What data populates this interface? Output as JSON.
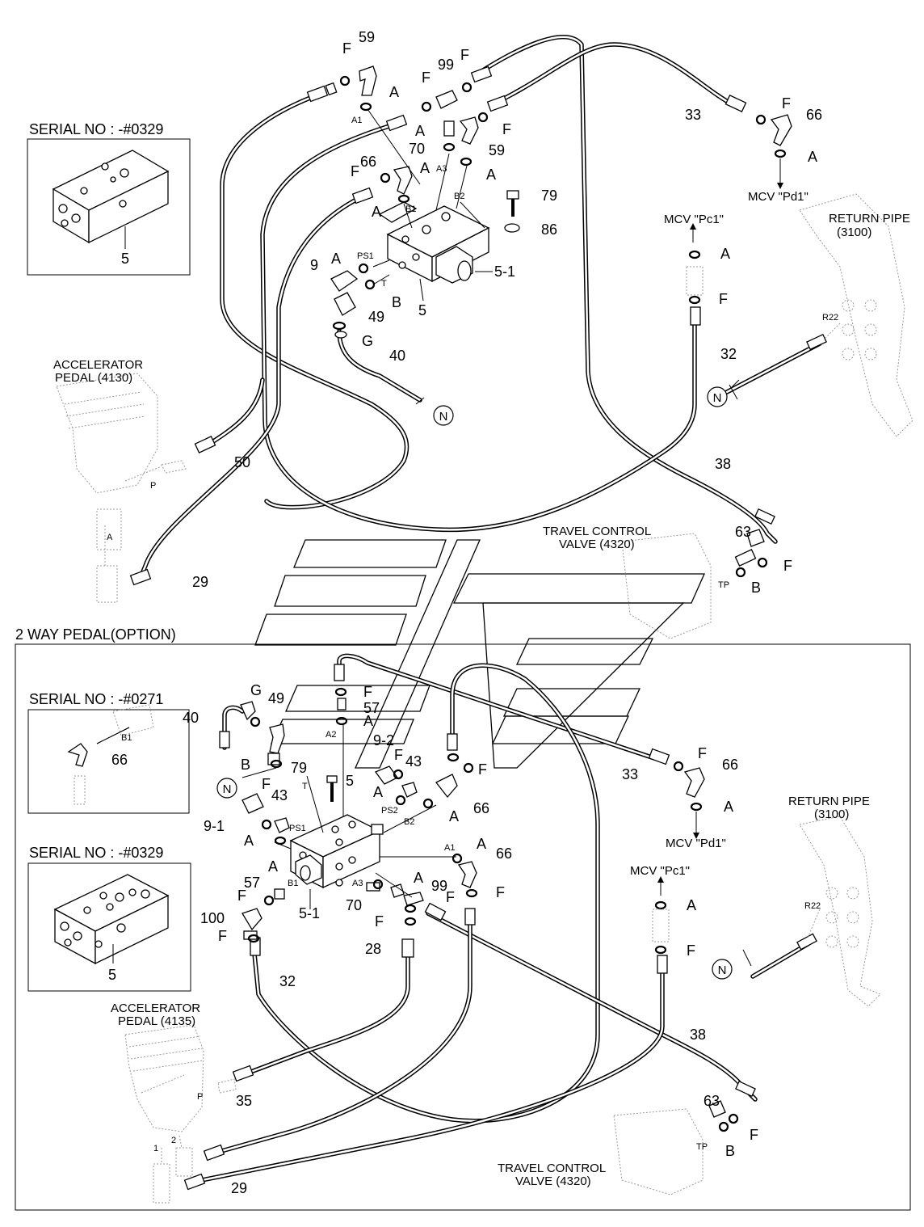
{
  "top": {
    "serial_label": "SERIAL NO : -#0329",
    "inset_part": "5",
    "accelerator": [
      "ACCELERATOR",
      "PEDAL (4130)"
    ],
    "travel_valve": [
      "TRAVEL CONTROL",
      "VALVE (4320)"
    ],
    "return_pipe": [
      "RETURN PIPE",
      "(3100)"
    ],
    "mcv_pc1": "MCV \"Pc1\"",
    "mcv_pd1": "MCV \"Pd1\"",
    "labels": {
      "n59a": "59",
      "n99a": "99",
      "n33": "33",
      "n66a": "66",
      "n70": "70",
      "n59b": "59",
      "n66b": "66",
      "n79": "79",
      "n86": "86",
      "n9": "9",
      "n49": "49",
      "n5": "5",
      "n5_1": "5-1",
      "n40": "40",
      "n32": "32",
      "n50": "50",
      "n38": "38",
      "n63": "63",
      "n29": "29",
      "F": "F",
      "A": "A",
      "B": "B",
      "G": "G",
      "N": "N",
      "A1": "A1",
      "A3": "A3",
      "B1": "B1",
      "B2": "B2",
      "PS1": "PS1",
      "T": "T",
      "P": "P",
      "TP": "TP",
      "R22": "R22"
    }
  },
  "bottom": {
    "title": "2 WAY PEDAL(OPTION)",
    "serial_label_1": "SERIAL NO : -#0271",
    "serial_label_2": "SERIAL NO : -#0329",
    "inset_part_66": "66",
    "inset_part_5": "5",
    "accelerator": [
      "ACCELERATOR",
      "PEDAL (4135)"
    ],
    "travel_valve": [
      "TRAVEL CONTROL",
      "VALVE (4320)"
    ],
    "return_pipe": [
      "RETURN PIPE",
      "(3100)"
    ],
    "mcv_pc1": "MCV \"Pc1\"",
    "mcv_pd1": "MCV \"Pd1\"",
    "labels": {
      "n40": "40",
      "n49": "49",
      "n57a": "57",
      "n9_2": "9-2",
      "n43a": "43",
      "n79": "79",
      "n5": "5",
      "n33": "33",
      "n66a": "66",
      "n9_1": "9-1",
      "n43b": "43",
      "n66b": "66",
      "n66c": "66",
      "n57b": "57",
      "n99": "99",
      "n70": "70",
      "n5_1": "5-1",
      "n100": "100",
      "n28": "28",
      "n32": "32",
      "n38": "38",
      "n35": "35",
      "n63": "63",
      "n29": "29",
      "F": "F",
      "A": "A",
      "B": "B",
      "G": "G",
      "N": "N",
      "A1": "A1",
      "A2": "A2",
      "A3": "A3",
      "B1": "B1",
      "B2": "B2",
      "PS1": "PS1",
      "PS2": "PS2",
      "T": "T",
      "P": "P",
      "TP": "TP",
      "R22": "R22",
      "one": "1",
      "two": "2"
    }
  }
}
